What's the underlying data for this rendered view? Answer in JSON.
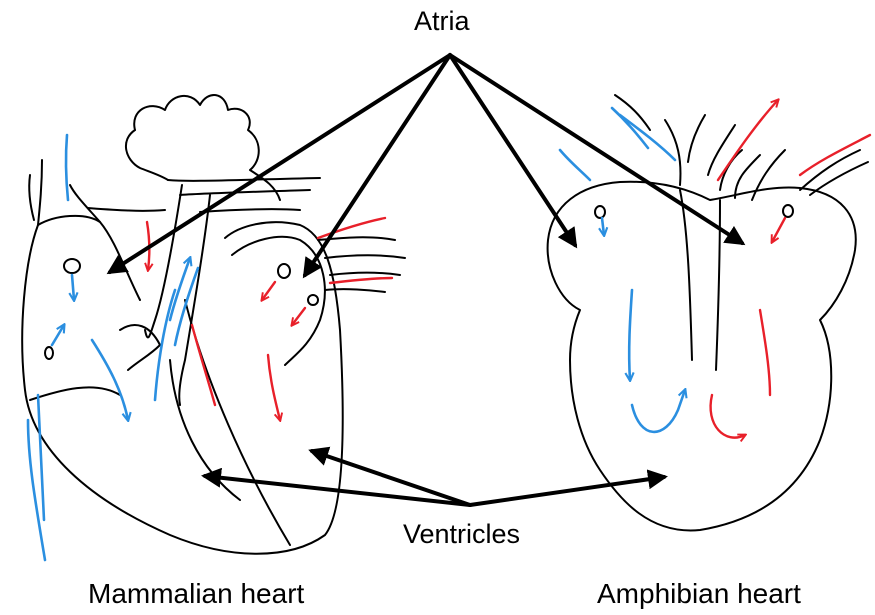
{
  "labels": {
    "atria": "Atria",
    "ventricles": "Ventricles",
    "mammalian_heart": "Mammalian heart",
    "amphibian_heart": "Amphibian heart"
  },
  "colors": {
    "outline": "#000000",
    "deoxygenated_flow": "#2b8fe0",
    "oxygenated_flow": "#e8202a",
    "background": "#ffffff"
  }
}
